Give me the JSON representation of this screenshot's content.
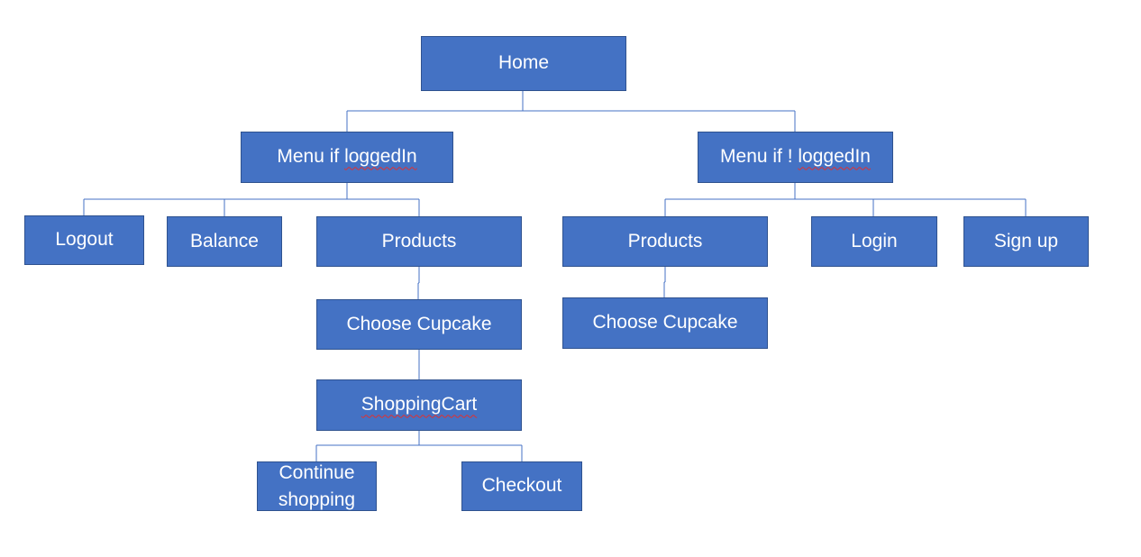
{
  "nodes": {
    "home": "Home",
    "menu_logged_in": {
      "prefix": "Menu if ",
      "flagged": "loggedIn"
    },
    "menu_not_logged_in": {
      "prefix": "Menu if ! ",
      "flagged": "loggedIn"
    },
    "logout": "Logout",
    "balance": "Balance",
    "products_logged_in": "Products",
    "products_not_logged_in": "Products",
    "login": "Login",
    "signup": "Sign up",
    "choose_cupcake_logged_in": "Choose Cupcake",
    "choose_cupcake_not_logged_in": "Choose Cupcake",
    "shopping_cart": "ShoppingCart",
    "continue_shopping": "Continue shopping",
    "checkout": "Checkout"
  },
  "colors": {
    "box_fill": "#4472C4",
    "box_border": "#2F528F",
    "connector": "#4472C4",
    "text": "#FFFFFF",
    "spellcheck_underline": "#E03030"
  }
}
